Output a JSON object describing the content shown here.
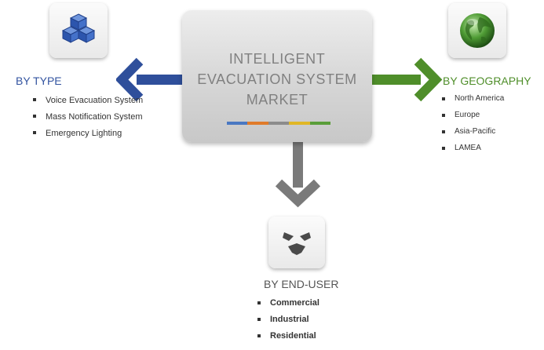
{
  "center": {
    "title_lines": [
      "INTELLIGENT",
      "EVACUATION SYSTEM",
      "MARKET"
    ],
    "bar_colors": [
      "#4a78c2",
      "#e07b2a",
      "#8c8c8c",
      "#e0b726",
      "#5a9e3a"
    ]
  },
  "by_type": {
    "heading": "BY TYPE",
    "icon": "cubes-icon",
    "items": [
      "Voice Evacuation System",
      "Mass Notification System",
      "Emergency Lighting"
    ]
  },
  "by_geography": {
    "heading": "BY GEOGRAPHY",
    "icon": "globe-icon",
    "items": [
      "North America",
      "Europe",
      "Asia-Pacific",
      "LAMEA"
    ]
  },
  "by_end_user": {
    "heading": "BY END-USER",
    "icon": "handshake-icon",
    "items": [
      "Commercial",
      "Industrial",
      "Residential"
    ]
  },
  "colors": {
    "type_accent": "#2f4f9b",
    "geography_accent": "#4f8e2a",
    "end_user_accent": "#7a7a7a"
  }
}
